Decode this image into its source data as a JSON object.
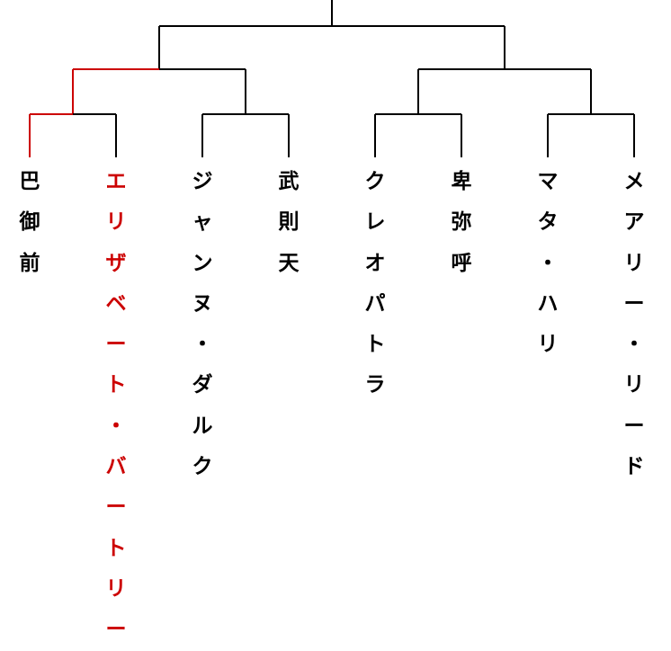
{
  "colors": {
    "line": "#000000",
    "winner": "#cc0000",
    "text": "#000000"
  },
  "competitors": [
    {
      "name": "巴御前",
      "winner": false
    },
    {
      "name": "エリザベート・バートリー",
      "winner": true
    },
    {
      "name": "ジャンヌ・ダルク",
      "winner": false
    },
    {
      "name": "武則天",
      "winner": false
    },
    {
      "name": "クレオパトラ",
      "winner": false
    },
    {
      "name": "卑弥呼",
      "winner": false
    },
    {
      "name": "マタ・ハリ",
      "winner": false
    },
    {
      "name": "メアリー・リード",
      "winner": false
    }
  ]
}
